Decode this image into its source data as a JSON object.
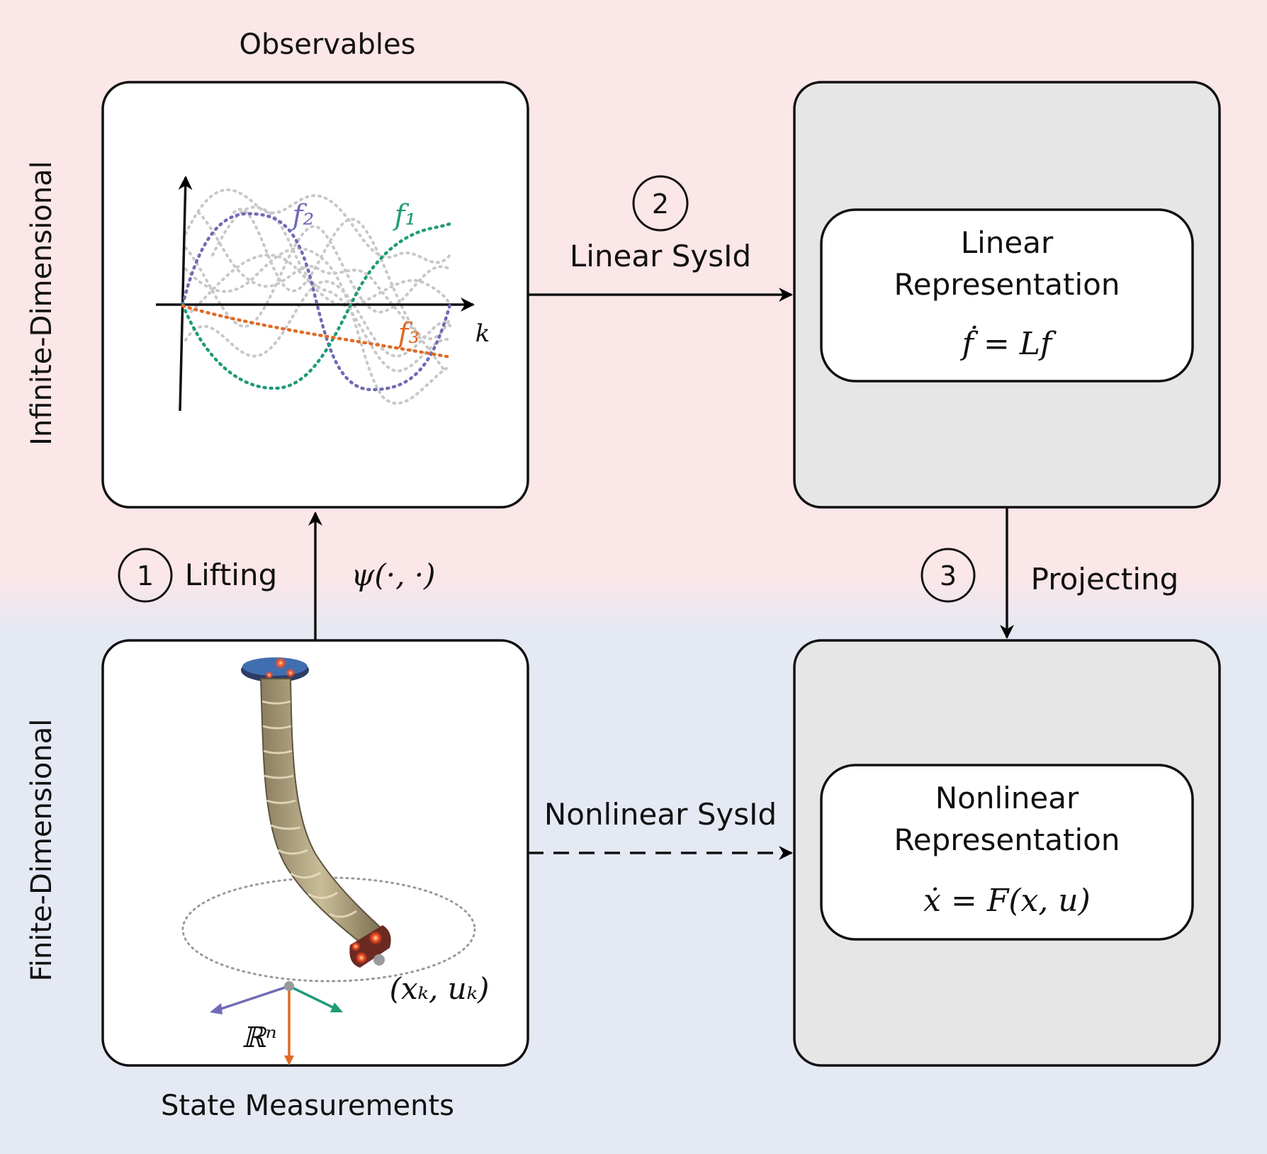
{
  "bands": {
    "top_label": "Infinite-Dimensional",
    "bottom_label": "Finite-Dimensional"
  },
  "observables": {
    "title": "Observables",
    "x_axis_label": "k",
    "curves": [
      {
        "name": "f₂",
        "color": "#6f6bb5"
      },
      {
        "name": "f₁",
        "color": "#1f9b79"
      },
      {
        "name": "f₃",
        "color": "#e06a25"
      }
    ]
  },
  "linear_box": {
    "title_line1": "Linear",
    "title_line2": "Representation",
    "equation": "ḟ = Lf"
  },
  "nonlinear_box": {
    "title_line1": "Nonlinear",
    "title_line2": "Representation",
    "equation": "ẋ = F(x, u)"
  },
  "state_panel": {
    "title": "State Measurements",
    "point_label": "(xₖ, uₖ)",
    "space_label": "ℝⁿ"
  },
  "steps": [
    {
      "number": "1",
      "label": "Lifting",
      "extra": "ψ(·, ·)"
    },
    {
      "number": "2",
      "label": "Linear SysId"
    },
    {
      "number": "3",
      "label": "Projecting"
    }
  ],
  "nonlinear_arrow_label": "Nonlinear SysId",
  "colors": {
    "top_band": "#fbe6e8",
    "bottom_band": "#e5e9f3",
    "gray_box": "#e6e6e7",
    "purple": "#6f6bb5",
    "green": "#1f9b79",
    "orange": "#e06a25"
  }
}
